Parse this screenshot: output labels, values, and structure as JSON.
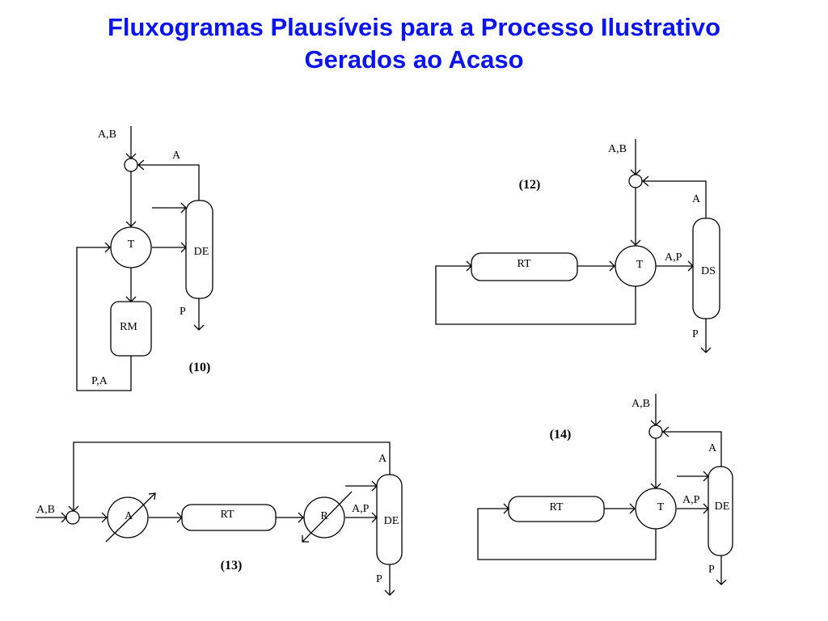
{
  "title": {
    "line1": "Fluxogramas Plausíveis para a Processo  Ilustrativo",
    "line2": "Gerados ao Acaso"
  },
  "colors": {
    "title": "#0a14f0",
    "lines": "#000000"
  },
  "d10": {
    "number": "(10)",
    "feed": "A,B",
    "recycle": "A",
    "mixer": "T",
    "column": "DE",
    "reactor": "RM",
    "product": "P",
    "bottom": "P,A"
  },
  "d12": {
    "number": "(12)",
    "feed": "A,B",
    "recycle": "A",
    "reactor": "RT",
    "mixer": "T",
    "stream": "A,P",
    "column": "DS",
    "product": "P"
  },
  "d13": {
    "number": "(13)",
    "feed": "A,B",
    "heater": "A",
    "reactor": "RT",
    "cooler": "R",
    "stream": "A,P",
    "column": "DE",
    "top": "A",
    "product": "P"
  },
  "d14": {
    "number": "(14)",
    "feed": "A,B",
    "recycle": "A",
    "reactor": "RT",
    "mixer": "T",
    "stream": "A,P",
    "column": "DE",
    "product": "P"
  }
}
